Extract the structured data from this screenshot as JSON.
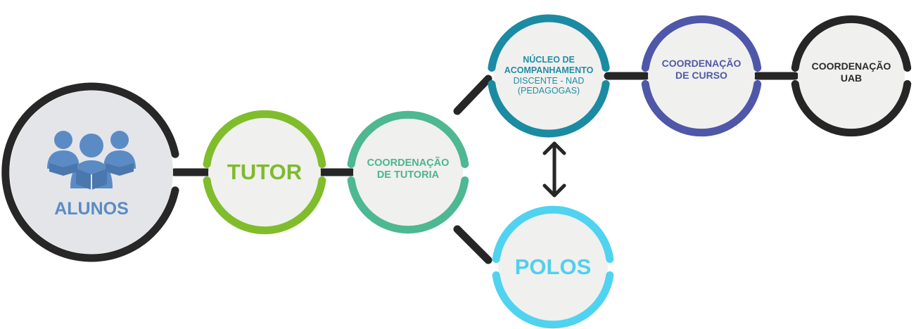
{
  "nodes": {
    "alunos": {
      "lines": [
        "ALUNOS"
      ],
      "color": "#5b8bc4",
      "ring": "#272727",
      "fill": "#e4e5e9"
    },
    "tutor": {
      "lines": [
        "TUTOR"
      ],
      "color": "#7fba2c",
      "ring": "#80bd2b"
    },
    "coord_tutoria": {
      "lines": [
        "COORDENAÇÃO",
        "DE TUTORIA"
      ],
      "color": "#4cb592",
      "ring": "#4db891"
    },
    "nucleo": {
      "lines": [
        "NÚCLEO DE",
        "ACOMPANHAMENTO"
      ],
      "sub_lines": [
        "DISCENTE - NAD",
        "(PEDAGOGAS)"
      ],
      "color": "#1f8ea6",
      "ring": "#1a8ba2"
    },
    "coord_curso": {
      "lines": [
        "COORDENAÇÃO",
        "DE CURSO"
      ],
      "color": "#5059a8",
      "ring": "#4f57a9"
    },
    "coord_uab": {
      "lines": [
        "COORDENAÇÃO",
        "UAB"
      ],
      "color": "#2b2b2b",
      "ring": "#262626"
    },
    "polos": {
      "lines": [
        "POLOS"
      ],
      "color": "#4fd0ee",
      "ring": "#4fd3f0"
    }
  },
  "colors": {
    "connector": "#262626",
    "students_icon": "#5b8bc4",
    "arrow": "#262626"
  }
}
